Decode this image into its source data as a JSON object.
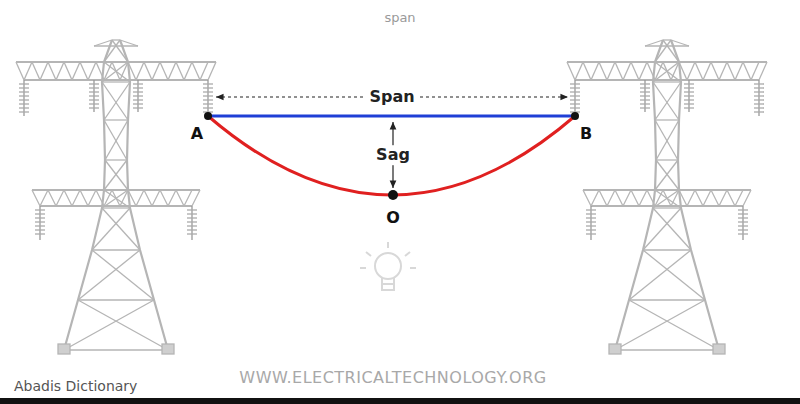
{
  "diagram": {
    "title": "span",
    "labels": [
      "Span",
      "Sag",
      "A",
      "B",
      "O",
      "WWW.ELECTRICALTECHNOLOGY.ORG",
      "Abadis Dictionary"
    ]
  }
}
